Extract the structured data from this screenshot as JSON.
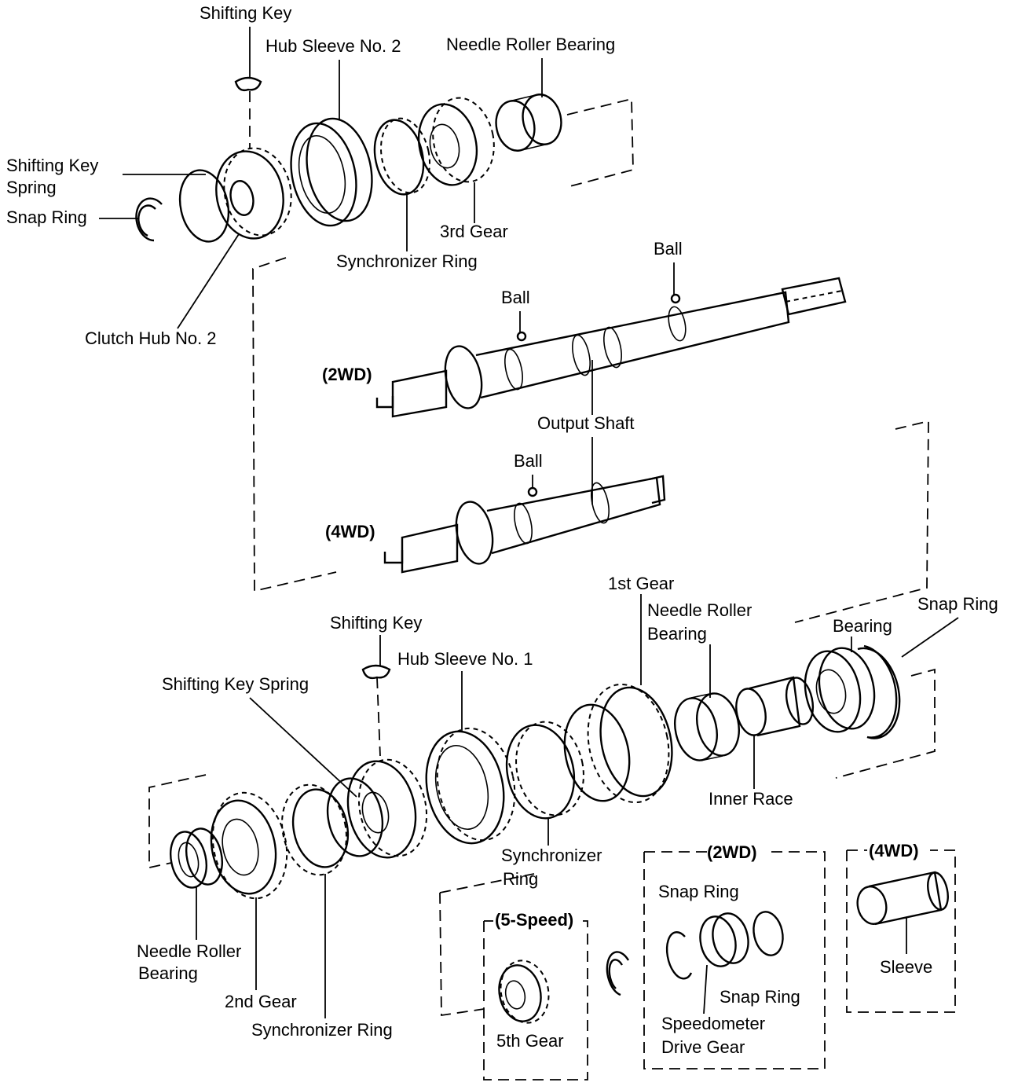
{
  "labels": {
    "shifting_key_top": "Shifting Key",
    "hub_sleeve_no2": "Hub Sleeve No. 2",
    "needle_roller_bearing_top": "Needle Roller Bearing",
    "shifting_key_spring_top_1": "Shifting Key",
    "shifting_key_spring_top_2": "Spring",
    "snap_ring_top": "Snap Ring",
    "third_gear": "3rd Gear",
    "synchronizer_ring_top": "Synchronizer Ring",
    "clutch_hub_no2": "Clutch Hub No. 2",
    "ball_1": "Ball",
    "ball_2": "Ball",
    "ball_3": "Ball",
    "output_shaft": "Output Shaft",
    "variant_2wd_shaft": "(2WD)",
    "variant_4wd_shaft": "(4WD)",
    "first_gear": "1st Gear",
    "needle_roller_bearing_mid_1": "Needle Roller",
    "needle_roller_bearing_mid_2": "Bearing",
    "snap_ring_right": "Snap Ring",
    "bearing": "Bearing",
    "shifting_key_bottom": "Shifting Key",
    "hub_sleeve_no1": "Hub Sleeve No. 1",
    "shifting_key_spring_bottom": "Shifting Key Spring",
    "inner_race": "Inner Race",
    "synchronizer_ring_mid_1": "Synchronizer",
    "synchronizer_ring_mid_2": "Ring",
    "variant_2wd_box": "(2WD)",
    "variant_4wd_box": "(4WD)",
    "snap_ring_2wd_1": "Snap Ring",
    "snap_ring_2wd_2": "Snap Ring",
    "speedometer_drive_gear_1": "Speedometer",
    "speedometer_drive_gear_2": "Drive Gear",
    "sleeve": "Sleeve",
    "variant_5speed": "(5-Speed)",
    "fifth_gear": "5th Gear",
    "needle_roller_bearing_bottom_1": "Needle Roller",
    "needle_roller_bearing_bottom_2": "Bearing",
    "second_gear": "2nd Gear",
    "synchronizer_ring_bottom": "Synchronizer Ring"
  }
}
